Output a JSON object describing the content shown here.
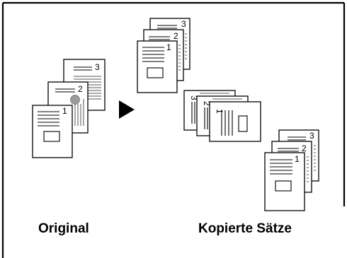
{
  "captions": {
    "original": "Original",
    "copied_sets": "Kopierte Sätze"
  },
  "page_numbers": {
    "one": "1",
    "two": "2",
    "three": "3"
  },
  "colors": {
    "line": "#000000",
    "paper": "#ffffff",
    "photo_circle": "#9a9a9a"
  }
}
